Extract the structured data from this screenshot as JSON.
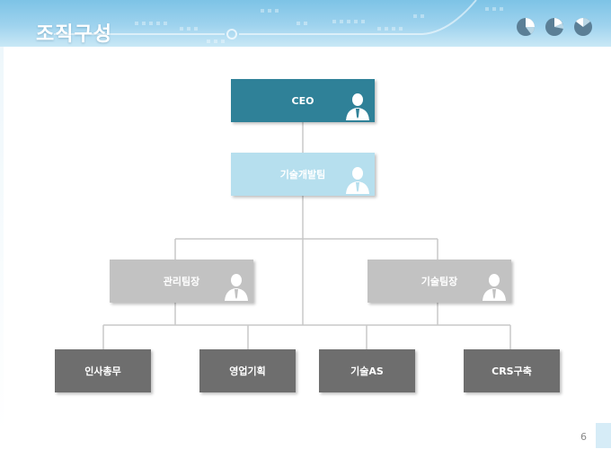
{
  "slide": {
    "title": "조직구성",
    "page_number": "6"
  },
  "chart": {
    "nodes": {
      "ceo": "CEO",
      "dev_team": "기술개발팀",
      "admin_lead": "관리팀장",
      "tech_lead": "기술팀장",
      "hr_general_affairs": "인사총무",
      "sales_planning": "영업기획",
      "tech_as": "기술AS",
      "crs_build": "CRS구축"
    }
  },
  "colors": {
    "header_blue": "#7dc3e6",
    "ceo_teal": "#2f8198",
    "dev_light_blue": "#b6dfee",
    "lead_gray": "#c2c2c2",
    "dept_dark_gray": "#6e6e6e",
    "connector_gray": "#c8c8c8"
  },
  "icons": {
    "pie": "pie-chart-icon",
    "person": "businessman-icon"
  }
}
